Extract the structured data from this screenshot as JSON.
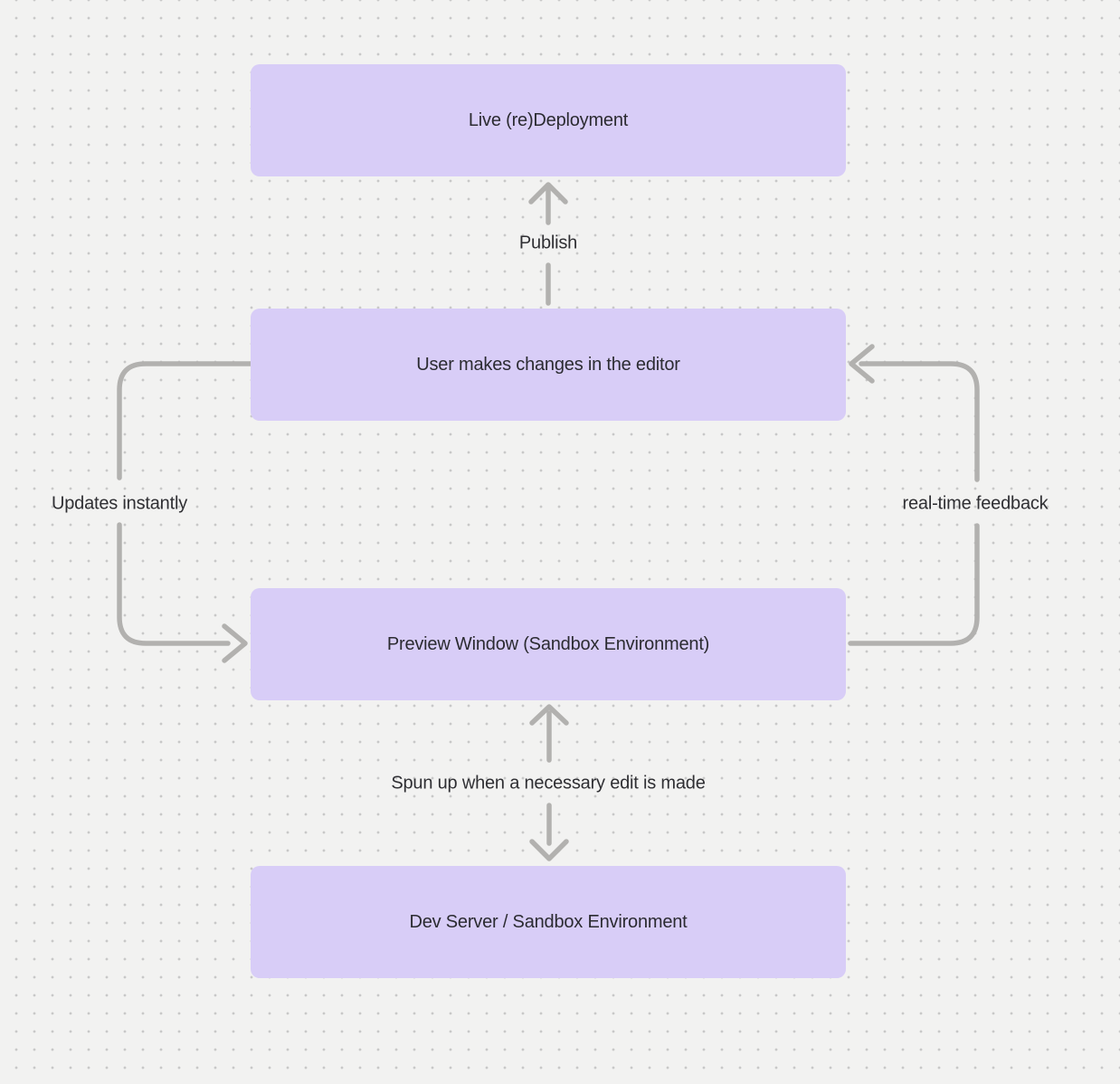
{
  "diagram": {
    "colors": {
      "background": "#f2f2f1",
      "dot": "#c8c8c8",
      "node_fill": "#d8cdf7",
      "node_text": "#2b2b31",
      "arrow": "#b2b1af",
      "label_text": "#2f2f33"
    },
    "nodes": [
      {
        "id": "live-redeployment",
        "label": "Live (re)Deployment"
      },
      {
        "id": "user-editor",
        "label": "User makes changes in the editor"
      },
      {
        "id": "preview-window",
        "label": "Preview Window (Sandbox Environment)"
      },
      {
        "id": "dev-server",
        "label": "Dev Server / Sandbox Environment"
      }
    ],
    "edges": [
      {
        "id": "publish",
        "label": "Publish",
        "from": "user-editor",
        "to": "live-redeployment",
        "arrowheads": "up"
      },
      {
        "id": "updates-instantly",
        "label": "Updates instantly",
        "from": "user-editor",
        "to": "preview-window",
        "arrowheads": "end"
      },
      {
        "id": "real-time-feedback",
        "label": "real-time feedback",
        "from": "preview-window",
        "to": "user-editor",
        "arrowheads": "end"
      },
      {
        "id": "spun-up",
        "label": "Spun up when a necessary edit is made",
        "from": "preview-window",
        "to": "dev-server",
        "arrowheads": "both"
      }
    ]
  }
}
